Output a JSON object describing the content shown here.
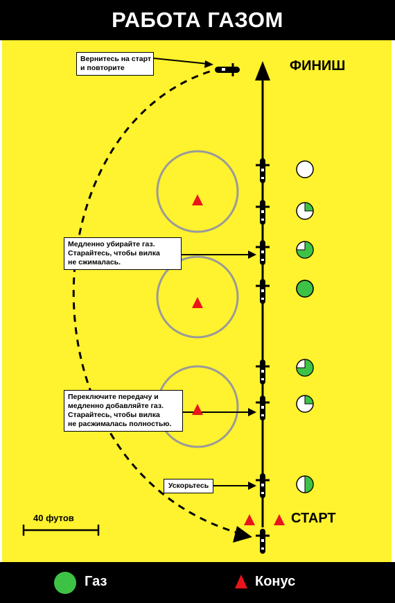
{
  "title": "РАБОТА ГАЗОМ",
  "colors": {
    "field": "#fff22e",
    "throttle": "#3ec246",
    "cone": "#e8151b",
    "circle": "#9a9a9a"
  },
  "labels": {
    "finish": "ФИНИШ",
    "start": "СТАРТ",
    "scale": "40 футов"
  },
  "callouts": {
    "return": [
      "Вернитесь на старт",
      "и повторите"
    ],
    "ease_off": [
      "Медленно убирайте газ.",
      "Старайтесь, чтобы вилка",
      "не сжималась."
    ],
    "shift": [
      "Переключите передачу и",
      "медленно добавляйте газ.",
      "Старайтесь, чтобы вилка",
      "не расжималась полностью."
    ],
    "accelerate": [
      "Ускорьтесь"
    ]
  },
  "throttle_levels": [
    0,
    0.25,
    0.75,
    1,
    0.75,
    0.25,
    0.5
  ],
  "legend": {
    "throttle_label": "Газ",
    "cone_label": "Конус",
    "throttle_icon": "green-circle-icon",
    "cone_icon": "red-triangle-icon"
  }
}
